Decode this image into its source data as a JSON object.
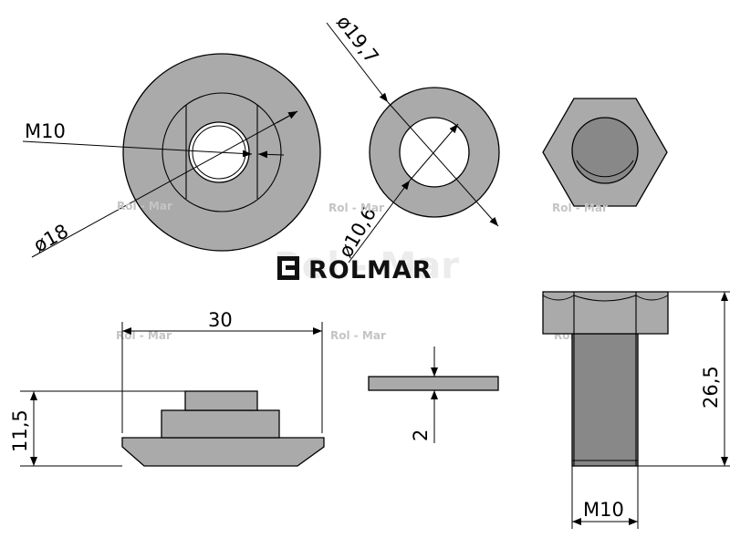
{
  "brand": {
    "name": "ROLMAR",
    "ghost_text": "Rol - Mar",
    "watermark": "Rol - Mar",
    "color": "#111111"
  },
  "dimensions": {
    "thread_top": "M10",
    "outer_diameter": "ø18",
    "washer_outer": "ø19,7",
    "washer_inner": "ø10,6",
    "length_30": "30",
    "height_11_5": "11,5",
    "thickness_2": "2",
    "length_26_5": "26,5",
    "thread_bottom": "M10"
  },
  "colors": {
    "part_fill": "#aaaaaa",
    "inner_fill": "#888888",
    "watermark": "#c4c4c4"
  }
}
